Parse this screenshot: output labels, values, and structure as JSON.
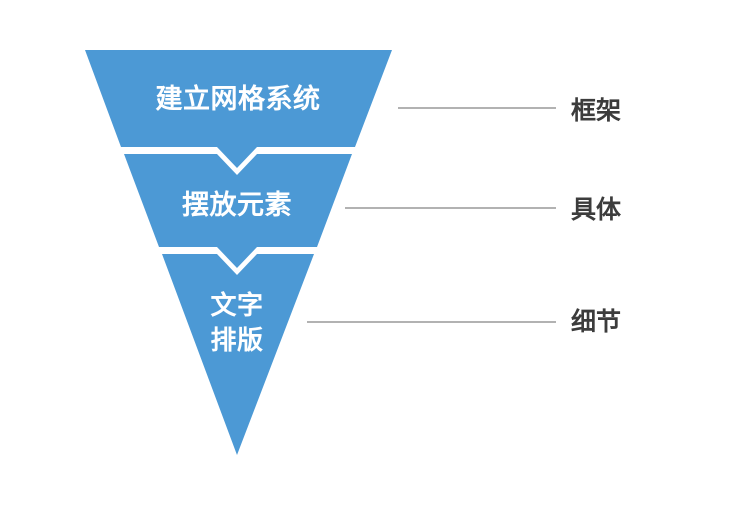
{
  "page": {
    "background": "#FFFFFF"
  },
  "diagram": {
    "type": "inverted-pyramid-funnel",
    "colors": {
      "section_fill": "#4C99D5",
      "section_text": "#FFFFFF",
      "connector_line": "#999999",
      "side_label_text": "#3C3C3C"
    },
    "sections": [
      {
        "title": "建立网格系统",
        "side_label": "框架"
      },
      {
        "title": "摆放元素",
        "side_label": "具体"
      },
      {
        "title_lines": [
          "文字",
          "排版"
        ],
        "side_label": "细节"
      }
    ]
  }
}
